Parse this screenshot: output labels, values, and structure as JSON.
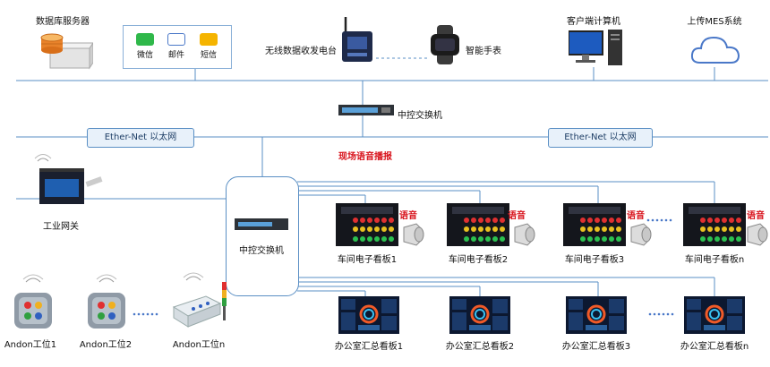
{
  "top": {
    "db_server": "数据库服务器",
    "notifications": [
      {
        "label": "微信",
        "icon": "wechat-icon",
        "color": "#2fb84a"
      },
      {
        "label": "邮件",
        "icon": "mail-icon",
        "color": "#4a78c8"
      },
      {
        "label": "短信",
        "icon": "sms-envelope-icon",
        "color": "#f5b400"
      }
    ],
    "wireless_station": "无线数据收发电台",
    "smart_watch": "智能手表",
    "client_pc": "客户端计算机",
    "mes_upload": "上传MES系统"
  },
  "network": {
    "central_switch_top": "中控交换机",
    "ethernet_left": "Ether-Net 以太网",
    "ethernet_right": "Ether-Net 以太网",
    "voice_broadcast": "现场语音播报",
    "central_switch_mid": "中控交换机",
    "industrial_gateway": "工业网关"
  },
  "workshop_boards": [
    {
      "label": "车间电子看板1",
      "voice": "语音"
    },
    {
      "label": "车间电子看板2",
      "voice": "语音"
    },
    {
      "label": "车间电子看板3",
      "voice": "语音"
    },
    {
      "label": "车间电子看板n",
      "voice": "语音"
    }
  ],
  "office_boards": [
    {
      "label": "办公室汇总看板1"
    },
    {
      "label": "办公室汇总看板2"
    },
    {
      "label": "办公室汇总看板3"
    },
    {
      "label": "办公室汇总看板n"
    }
  ],
  "andon": [
    {
      "label": "Andon工位1"
    },
    {
      "label": "Andon工位2"
    },
    {
      "label": "Andon工位n"
    }
  ],
  "colors": {
    "line": "#5a8fc4",
    "accent_red": "#d8121b",
    "pill_bg": "#e8f1fa"
  }
}
